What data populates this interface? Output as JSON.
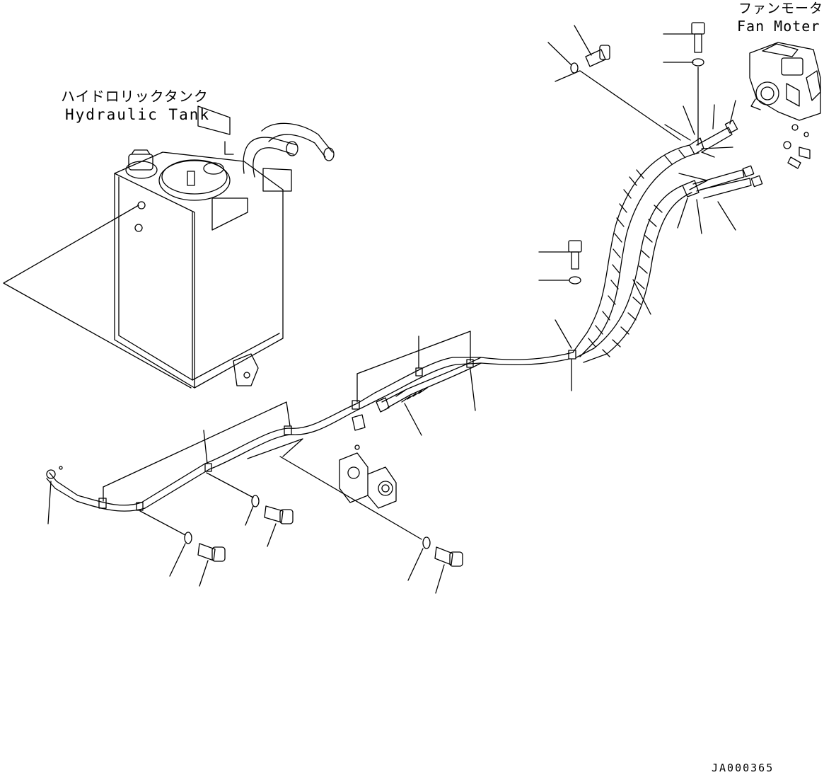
{
  "labels": {
    "hydraulic_tank_jp": "ハイドロリックタンク",
    "hydraulic_tank_en": "Hydraulic Tank",
    "fan_motor_jp": "ファンモータ",
    "fan_motor_en": "Fan Moter",
    "drawing_code": "JA000365"
  },
  "colors": {
    "line": "#000000",
    "background": "#ffffff"
  }
}
